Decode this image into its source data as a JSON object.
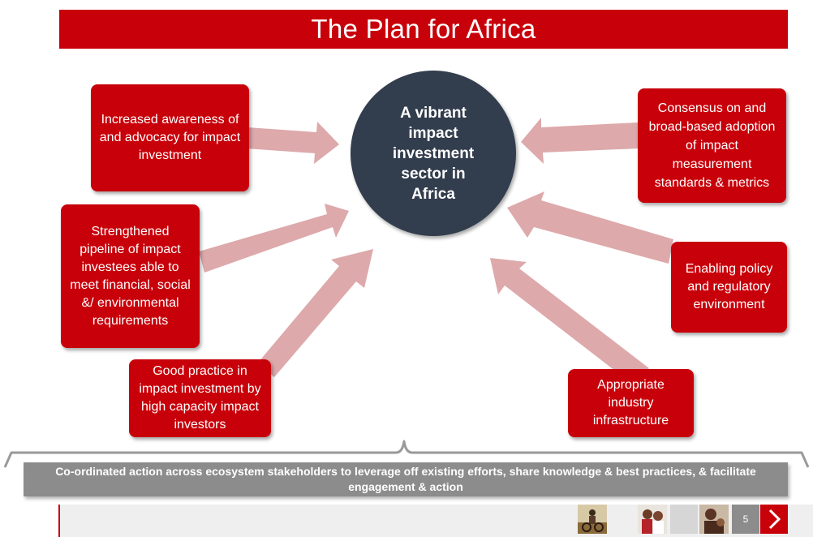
{
  "title": "The Plan for Africa",
  "hub": {
    "label": "A vibrant impact investment sector in Africa"
  },
  "nodes": {
    "awareness": "Increased awareness of and advocacy for impact investment",
    "pipeline": "Strengthened pipeline of impact investees able to meet financial, social &/ environmental requirements",
    "good_practice": "Good practice in impact investment by high capacity impact investors",
    "measurement": "Consensus on and broad-based adoption of impact measurement standards & metrics",
    "policy": "Enabling policy and regulatory environment",
    "infrastructure": "Appropriate industry infrastructure"
  },
  "footer": {
    "text": "Co-ordinated action across ecosystem stakeholders to leverage off existing efforts, share knowledge & best practices, & facilitate engagement & action"
  },
  "nav": {
    "page_number": "5"
  },
  "colors": {
    "brand_red": "#c8000a",
    "hub_navy": "#323d4d",
    "arrow_pink": "#dda9ab",
    "footer_gray": "#8c8c8c"
  }
}
